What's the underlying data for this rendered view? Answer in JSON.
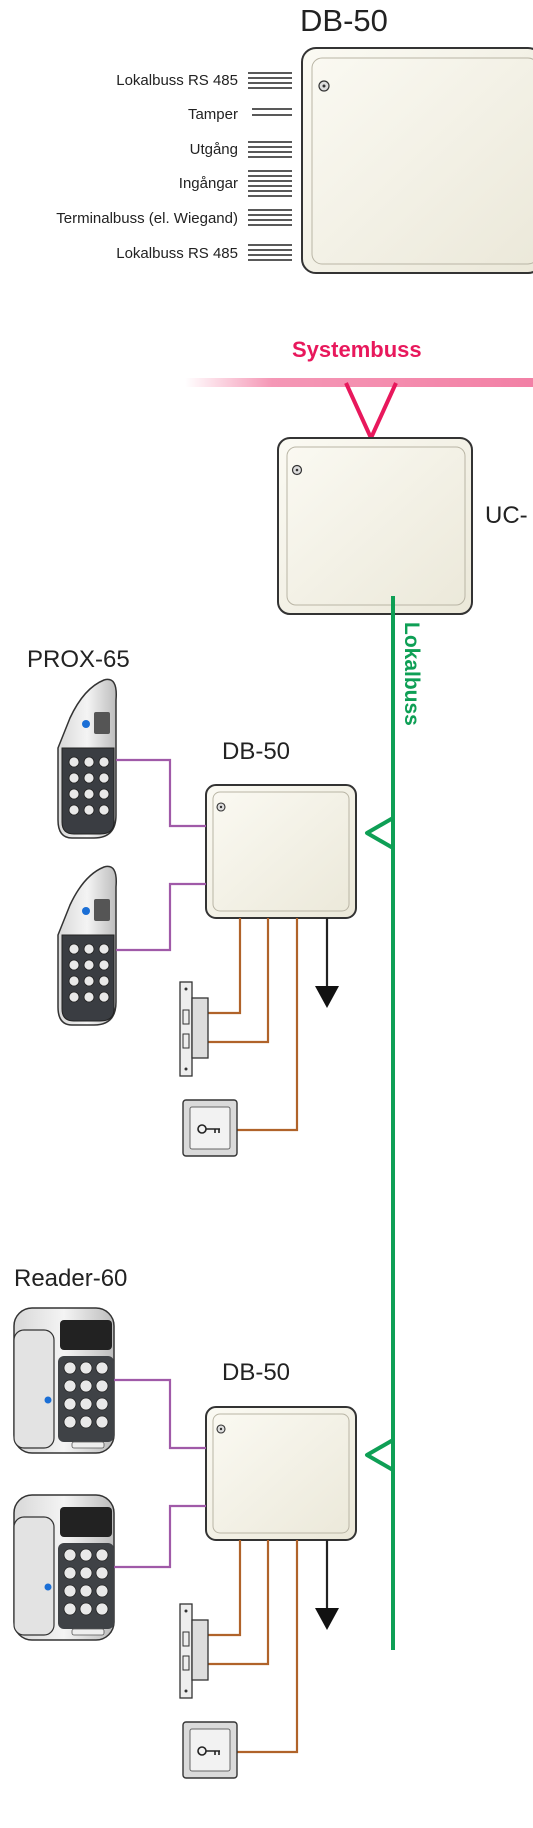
{
  "top_box": {
    "title": "DB-50",
    "terminals": [
      "Lokalbuss RS 485",
      "Tamper",
      "Utgång",
      "Ingångar",
      "Terminalbuss (el. Wiegand)",
      "Lokalbuss RS 485"
    ]
  },
  "systembuss_label": "Systembuss",
  "controller_label": "UC-",
  "lokalbuss_label": "Lokalbuss",
  "section1": {
    "reader_label": "PROX-65",
    "box_label": "DB-50"
  },
  "section2": {
    "reader_label": "Reader-60",
    "box_label": "DB-50"
  },
  "colors": {
    "systembuss": "#e8185c",
    "lokalbuss": "#0e9f55",
    "reader_wire": "#a05aa8",
    "lock_wire": "#b0632a",
    "box_fill": "#f7f5ec",
    "box_stroke": "#333333"
  },
  "icons": [
    "lock-icon",
    "key-switch-icon",
    "output-arrow-icon",
    "screw-icon"
  ]
}
